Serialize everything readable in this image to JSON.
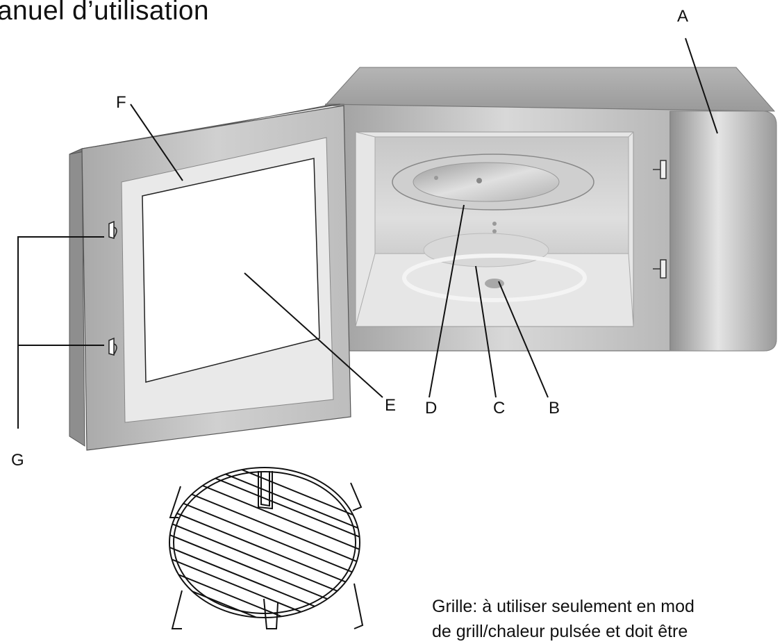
{
  "header": {
    "title": "anuel d’utilisation"
  },
  "labels": {
    "a": "A",
    "b": "B",
    "c": "C",
    "d": "D",
    "e": "E",
    "f": "F",
    "g": "G"
  },
  "caption": {
    "line1": "Grille: à utiliser seulement en mod",
    "line2": "de grill/chaleur pulsée et doit être"
  }
}
